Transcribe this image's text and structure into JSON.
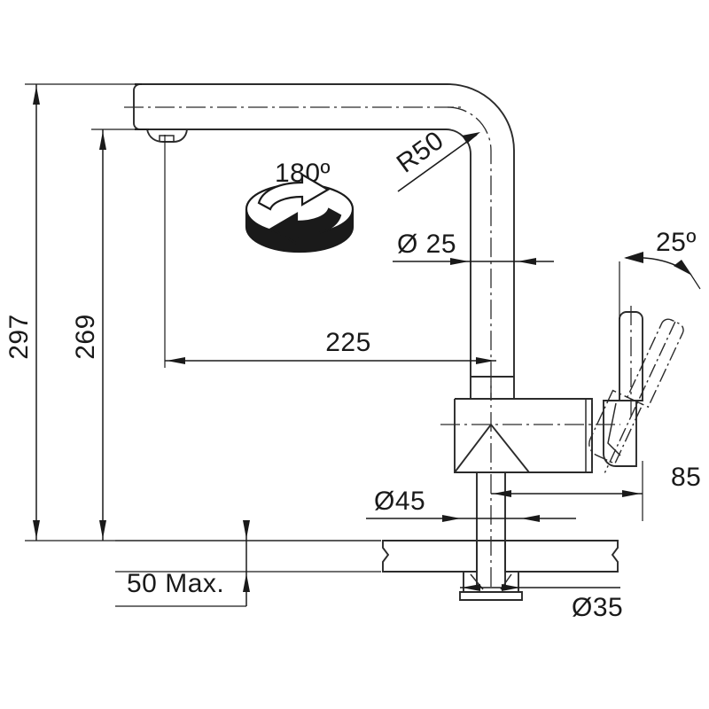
{
  "drawing": {
    "title": "Kitchen mixer tap technical dimension drawing",
    "subject": "single-lever kitchen faucet side elevation",
    "line_color": "#2b2b2b",
    "text_color": "#1a1a1a",
    "background_color": "#ffffff"
  },
  "dimensions": {
    "overall_height": "297",
    "spout_height": "269",
    "spout_reach": "225",
    "spout_tube_diameter": "Ø 25",
    "bend_radius": "R50",
    "body_diameter": "Ø45",
    "mounting_hole_diameter": "Ø35",
    "handle_offset": "85",
    "max_counter_thickness": "50 Max.",
    "swivel_angle": "180º",
    "handle_tilt_angle": "25º"
  },
  "annotations": [
    {
      "id": "height-297",
      "label": "297",
      "kind": "linear-vertical",
      "orientation": "rotated"
    },
    {
      "id": "height-269",
      "label": "269",
      "kind": "linear-vertical",
      "orientation": "rotated"
    },
    {
      "id": "reach-225",
      "label": "225",
      "kind": "linear-horizontal",
      "orientation": "upright"
    },
    {
      "id": "tube-dia-25",
      "label": "Ø 25",
      "kind": "diameter",
      "orientation": "upright"
    },
    {
      "id": "radius-50",
      "label": "R50",
      "kind": "radius",
      "orientation": "rotated"
    },
    {
      "id": "body-dia-45",
      "label": "Ø45",
      "kind": "diameter",
      "orientation": "upright"
    },
    {
      "id": "hole-dia-35",
      "label": "Ø35",
      "kind": "diameter",
      "orientation": "upright"
    },
    {
      "id": "offset-85",
      "label": "85",
      "kind": "linear-horizontal",
      "orientation": "upright"
    },
    {
      "id": "counter-50max",
      "label": "50 Max.",
      "kind": "linear-vertical-limit",
      "orientation": "upright"
    },
    {
      "id": "swivel-180",
      "label": "180º",
      "kind": "angle-rotation",
      "orientation": "upright"
    },
    {
      "id": "tilt-25",
      "label": "25º",
      "kind": "angle",
      "orientation": "upright"
    }
  ],
  "symbols": {
    "rotation_icon_name": "rotation-arrow-icon",
    "rotation_icon_label": "180º"
  }
}
